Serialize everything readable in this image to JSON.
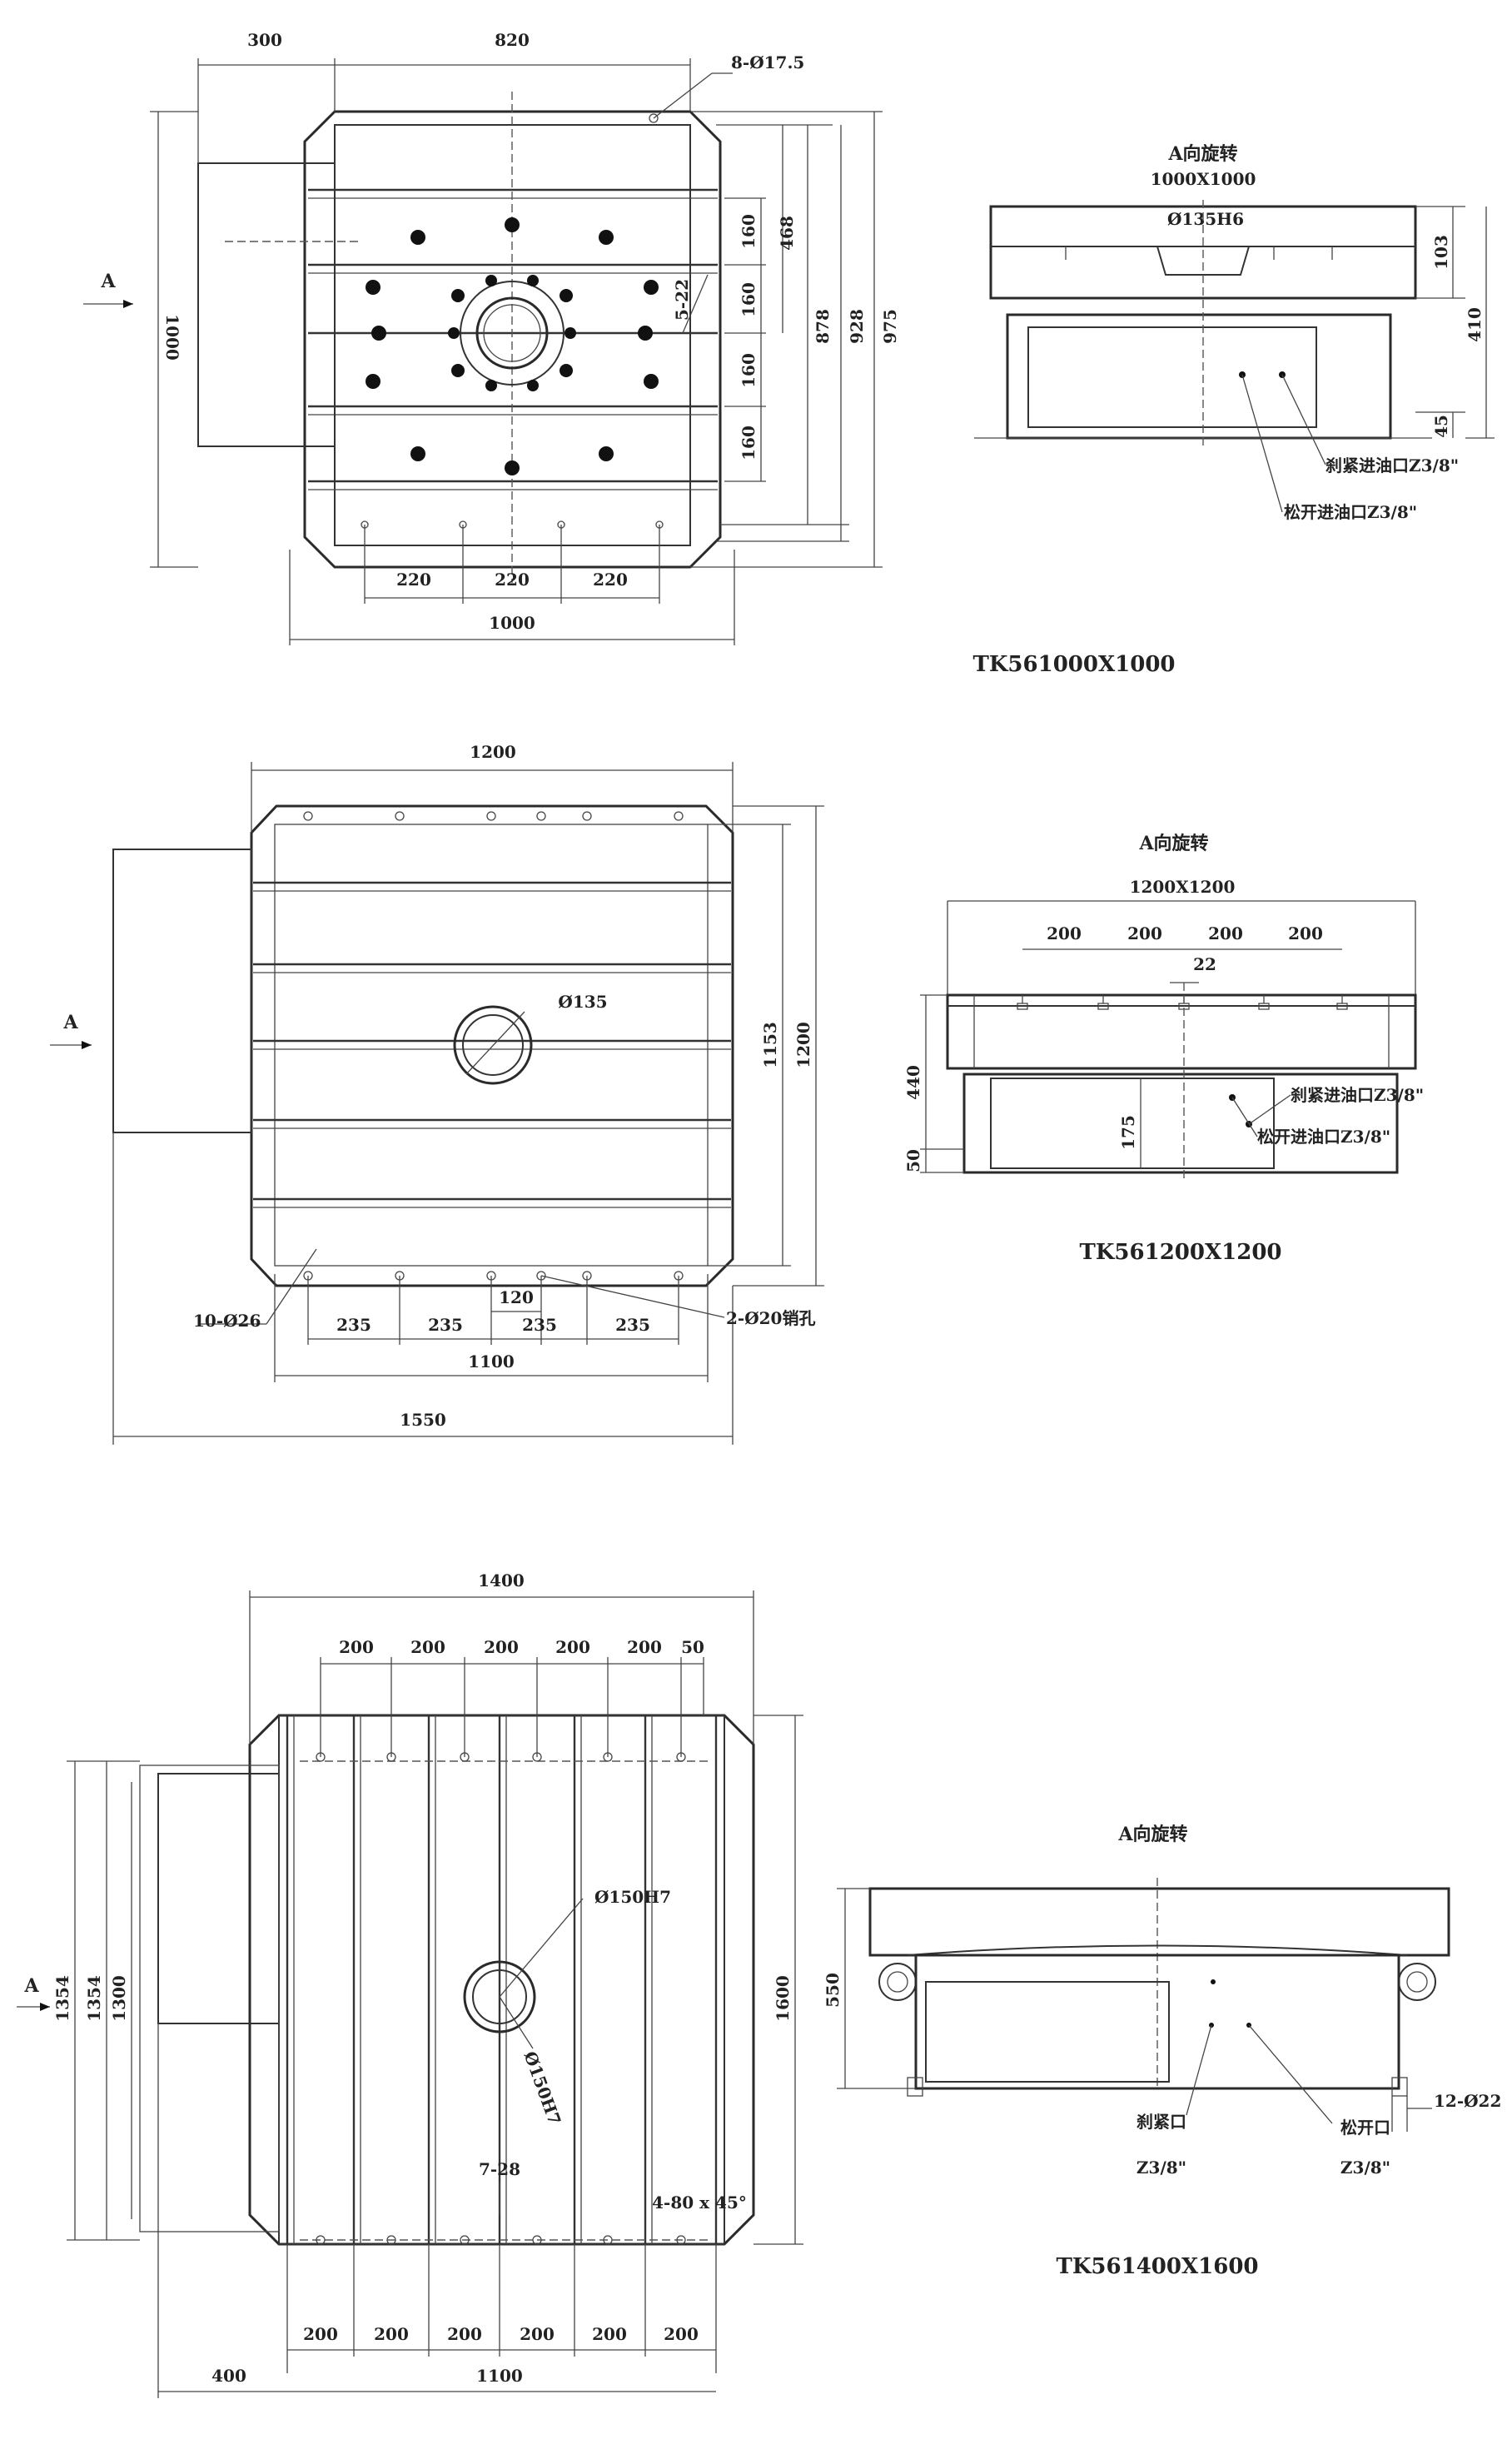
{
  "drawing1": {
    "title": "TK561000X1000",
    "view_title": "A向旋转",
    "view_size": "1000X1000",
    "arrow_label": "A",
    "holes_label": "8-Ø17.5",
    "center_bore": "Ø135H6",
    "slot_label": "5-22",
    "oil_clamp": "刹紧进油口Z3/8\"",
    "oil_release": "松开进油口Z3/8\"",
    "dims": {
      "top_300": "300",
      "top_820": "820",
      "left_1000": "1000",
      "v160_1": "160",
      "v160_2": "160",
      "v160_3": "160",
      "v160_4": "160",
      "v468": "468",
      "v878": "878",
      "v928": "928",
      "v975": "975",
      "b220_1": "220",
      "b220_2": "220",
      "b220_3": "220",
      "b1000": "1000",
      "s103": "103",
      "s410": "410",
      "s45": "45"
    }
  },
  "drawing2": {
    "title": "TK561200X1200",
    "view_title": "A向旋转",
    "view_size": "1200X1200",
    "arrow_label": "A",
    "center_bore": "Ø135",
    "holes_label": "10-Ø26",
    "pin_label": "2-Ø20销孔",
    "oil_clamp": "刹紧进油口Z3/8\"",
    "oil_release": "松开进油口Z3/8\"",
    "dims": {
      "top_1200": "1200",
      "v1153": "1153",
      "v1200": "1200",
      "b235_1": "235",
      "b235_2": "235",
      "b235_3": "235",
      "b235_4": "235",
      "b120": "120",
      "b1100": "1100",
      "b1550": "1550",
      "s200_1": "200",
      "s200_2": "200",
      "s200_3": "200",
      "s200_4": "200",
      "s22": "22",
      "s440": "440",
      "s50": "50",
      "s175": "175"
    }
  },
  "drawing3": {
    "title": "TK561400X1600",
    "view_title": "A向旋转",
    "arrow_label": "A",
    "center_bore_1": "Ø150H7",
    "center_bore_2": "Ø150H7",
    "slot_label": "7-28",
    "chamfer": "4-80 x 45°",
    "clamp_port": "刹紧口",
    "clamp_thread": "Z3/8\"",
    "release_port": "松开口",
    "release_thread": "Z3/8\"",
    "holes_label": "12-Ø22",
    "dims": {
      "top_1400": "1400",
      "t200_1": "200",
      "t200_2": "200",
      "t200_3": "200",
      "t200_4": "200",
      "t200_5": "200",
      "t50": "50",
      "v1354a": "1354",
      "v1354b": "1354",
      "v1300": "1300",
      "v1600": "1600",
      "b200_1": "200",
      "b200_2": "200",
      "b200_3": "200",
      "b200_4": "200",
      "b200_5": "200",
      "b200_6": "200",
      "b400": "400",
      "b1100": "1100",
      "s550": "550"
    }
  }
}
